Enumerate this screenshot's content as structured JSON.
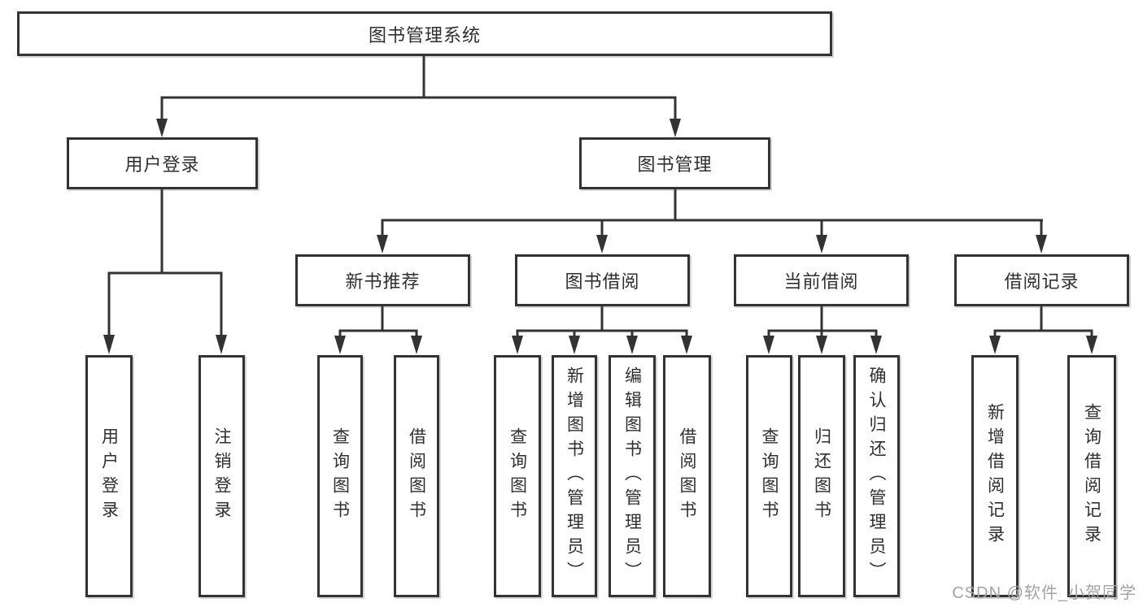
{
  "tree": {
    "label": "图书管理系统",
    "children": [
      {
        "label": "用户登录",
        "children": [
          {
            "label": "用户登录"
          },
          {
            "label": "注销登录"
          }
        ]
      },
      {
        "label": "图书管理",
        "children": [
          {
            "label": "新书推荐",
            "children": [
              {
                "label": "查询图书"
              },
              {
                "label": "借阅图书"
              }
            ]
          },
          {
            "label": "图书借阅",
            "children": [
              {
                "label": "查询图书"
              },
              {
                "label": "新增图书（管理员）"
              },
              {
                "label": "编辑图书（管理员）"
              },
              {
                "label": "借阅图书"
              }
            ]
          },
          {
            "label": "当前借阅",
            "children": [
              {
                "label": "查询图书"
              },
              {
                "label": "归还图书"
              },
              {
                "label": "确认归还（管理员）"
              }
            ]
          },
          {
            "label": "借阅记录",
            "children": [
              {
                "label": "新增借阅记录"
              },
              {
                "label": "查询借阅记录"
              }
            ]
          }
        ]
      }
    ]
  },
  "watermark": "CSDN @软件_小贺同学",
  "colors": {
    "line": "#333333",
    "text": "#2f2f2f",
    "watermark": "#a3a3a3",
    "bg": "#ffffff"
  }
}
